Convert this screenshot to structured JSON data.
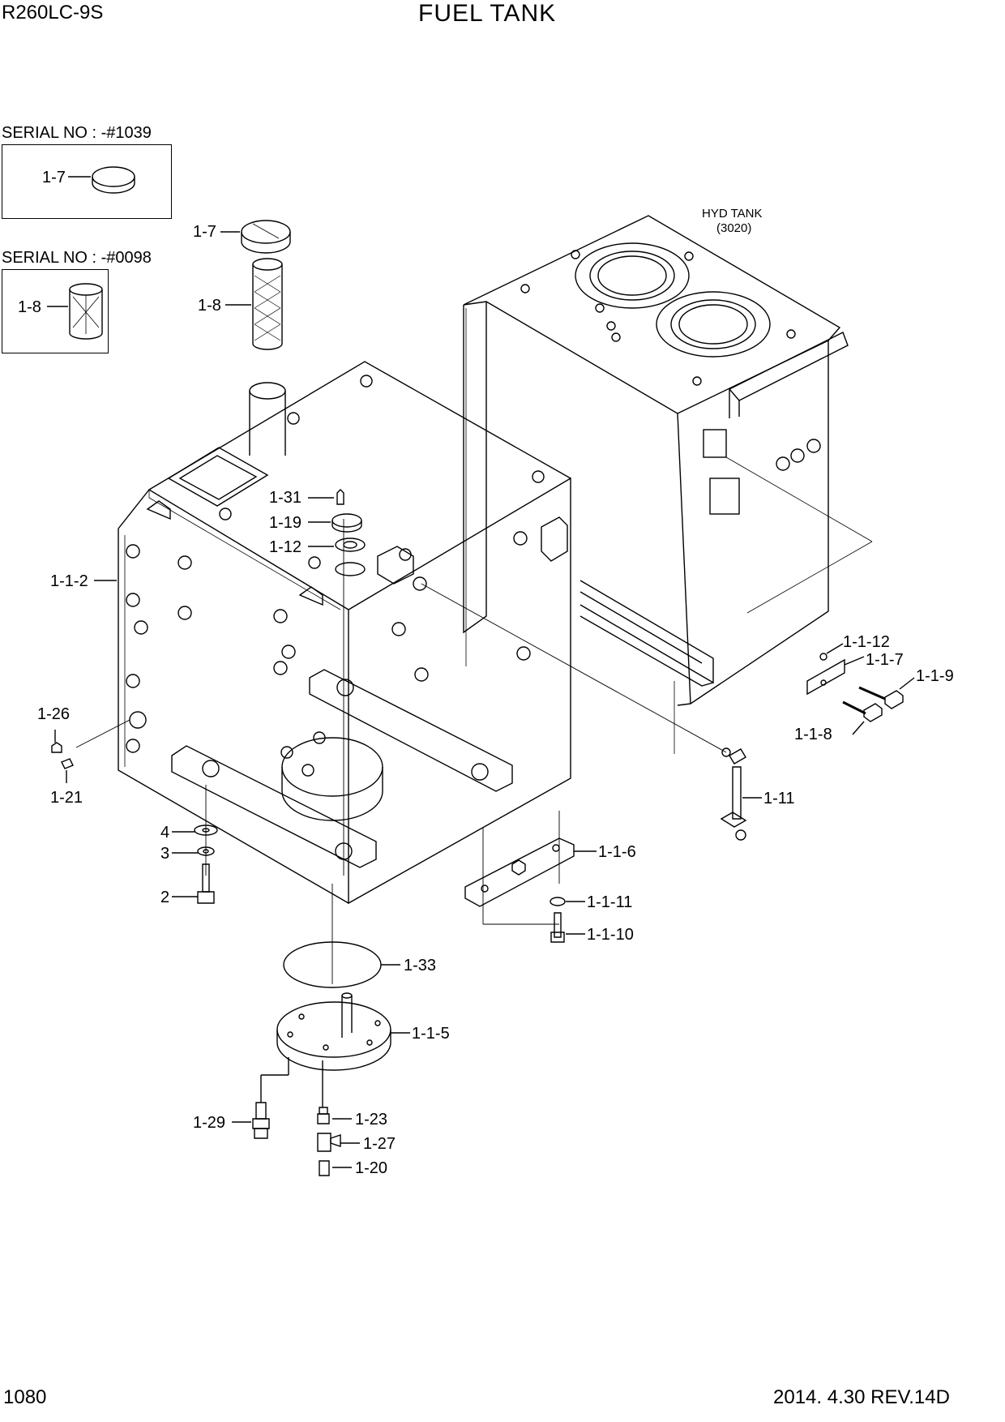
{
  "header": {
    "model": "R260LC-9S",
    "title": "FUEL TANK"
  },
  "footer": {
    "page": "1080",
    "revision": "2014. 4.30  REV.14D"
  },
  "serial_boxes": [
    {
      "serial": "SERIAL NO : -#1039",
      "part": "1-7"
    },
    {
      "serial": "SERIAL NO : -#0098",
      "part": "1-8"
    }
  ],
  "hyd_tank": {
    "name": "HYD TANK",
    "ref": "(3020)"
  },
  "callouts": {
    "c_1_7": "1-7",
    "c_1_8": "1-8",
    "c_1_31": "1-31",
    "c_1_19": "1-19",
    "c_1_12": "1-12",
    "c_1_1_2": "1-1-2",
    "c_1_26": "1-26",
    "c_1_21": "1-21",
    "c_4": "4",
    "c_3": "3",
    "c_2": "2",
    "c_1_33": "1-33",
    "c_1_1_5": "1-1-5",
    "c_1_29": "1-29",
    "c_1_23": "1-23",
    "c_1_27": "1-27",
    "c_1_20": "1-20",
    "c_1_1_12": "1-1-12",
    "c_1_1_7": "1-1-7",
    "c_1_1_9": "1-1-9",
    "c_1_1_8": "1-1-8",
    "c_1_11": "1-11",
    "c_1_1_6": "1-1-6",
    "c_1_1_11": "1-1-11",
    "c_1_1_10": "1-1-10"
  }
}
